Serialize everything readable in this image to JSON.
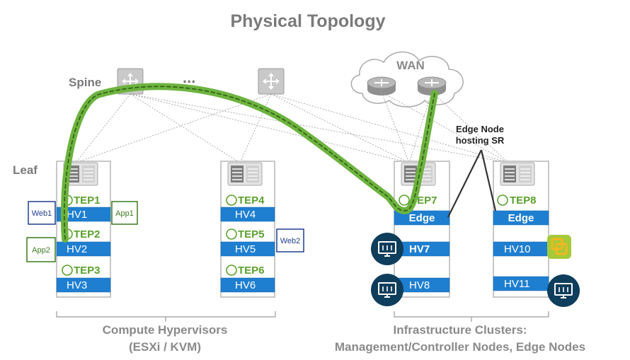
{
  "title": "Physical Topology",
  "labels": {
    "spine": "Spine",
    "leaf": "Leaf",
    "dots": "...",
    "wan": "WAN"
  },
  "callout": {
    "line1": "Edge Node",
    "line2": "hosting SR"
  },
  "racks": {
    "r1": {
      "teps": [
        "TEP1",
        "TEP2",
        "TEP3"
      ],
      "hvs": [
        "HV1",
        "HV2",
        "HV3"
      ]
    },
    "r2": {
      "teps": [
        "TEP4",
        "TEP5",
        "TEP6"
      ],
      "hvs": [
        "HV4",
        "HV5",
        "HV6"
      ]
    },
    "r3": {
      "tep": "TEP7",
      "hvs": [
        "Edge",
        "HV7",
        "HV8"
      ]
    },
    "r4": {
      "tep": "TEP8",
      "hvs": [
        "Edge",
        "HV10",
        "HV11"
      ]
    }
  },
  "vms": {
    "web1": "Web1",
    "app1": "App1",
    "app2": "App2",
    "web2": "Web2"
  },
  "footers": {
    "compute_line1": "Compute Hypervisors",
    "compute_line2": "(ESXi / KVM)",
    "infra_line1": "Infrastructure Clusters:",
    "infra_line2": "Management/Controller Nodes, Edge Nodes"
  },
  "colors": {
    "tep": "#5aa02c",
    "hv": "#1e7fd1",
    "path": "#6db33f",
    "monitor": "#0f3d5c"
  },
  "icons": [
    "spine-switch-icon",
    "leaf-switch-icon",
    "router-icon",
    "cloud-icon",
    "management-monitor-icon",
    "vsphere-logo-icon"
  ]
}
